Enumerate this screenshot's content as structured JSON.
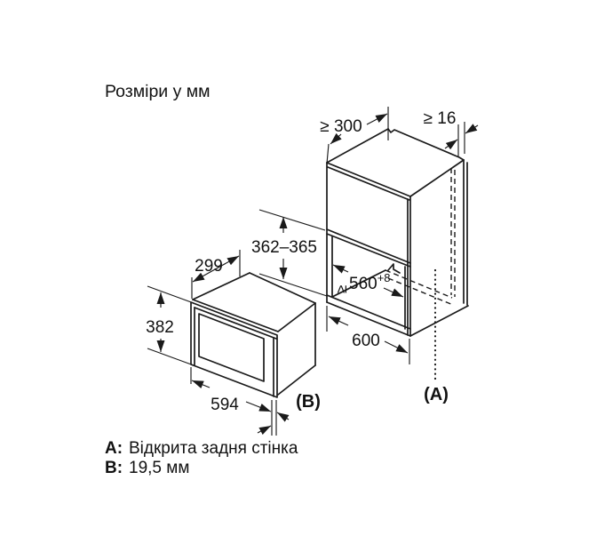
{
  "title": "Розміри у мм",
  "diagram": {
    "dim_top_depth": "≥ 300",
    "dim_side_thickness": "≥ 16",
    "dim_niche_height": "362–365",
    "dim_oven_depth": "299",
    "dim_niche_width_prefix": "≥",
    "dim_niche_width": "560",
    "dim_niche_width_sup": "+8",
    "dim_oven_height": "382",
    "dim_oven_width": "594",
    "dim_cabinet_width": "600",
    "ref_a": "(A)",
    "ref_b": "(B)"
  },
  "legend": {
    "a_label": "A:",
    "a_text": "Відкрита задня стінка",
    "b_label": "B:",
    "b_text": "19,5 мм"
  },
  "colors": {
    "line": "#1a1a1a",
    "background": "#ffffff"
  }
}
